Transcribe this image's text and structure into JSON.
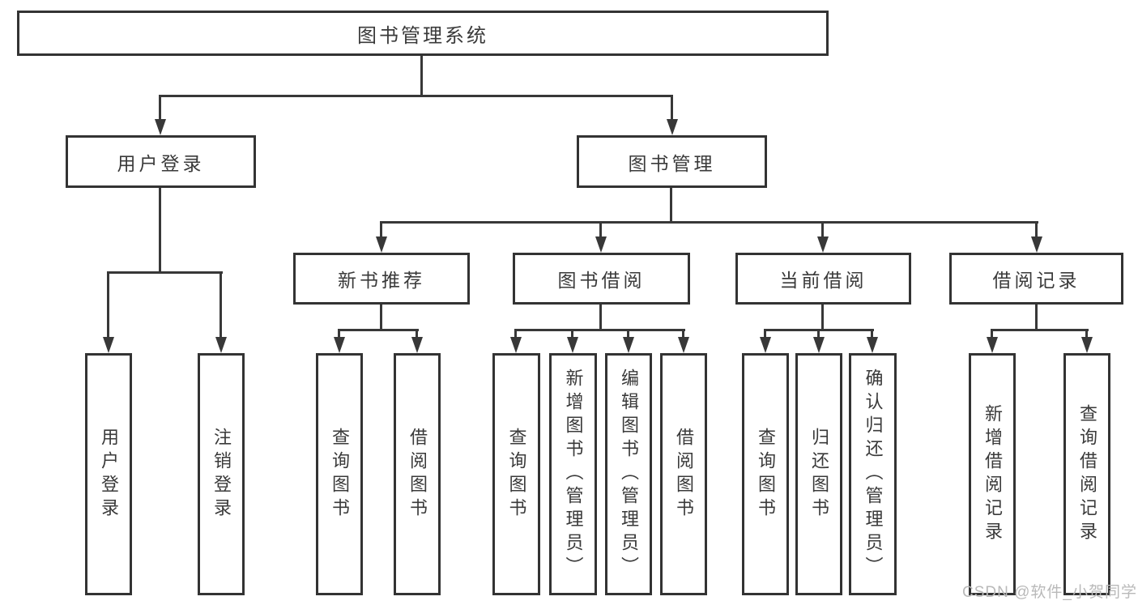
{
  "diagram": {
    "root": {
      "label": "图书管理系统"
    },
    "level1": [
      {
        "label": "用户登录",
        "leaves": [
          {
            "label": "用户登录"
          },
          {
            "label": "注销登录"
          }
        ]
      },
      {
        "label": "图书管理",
        "groups": [
          {
            "label": "新书推荐",
            "leaves": [
              {
                "label": "查询图书"
              },
              {
                "label": "借阅图书"
              }
            ]
          },
          {
            "label": "图书借阅",
            "leaves": [
              {
                "label": "查询图书"
              },
              {
                "label": "新增图书（管理员）"
              },
              {
                "label": "编辑图书（管理员）"
              },
              {
                "label": "借阅图书"
              }
            ]
          },
          {
            "label": "当前借阅",
            "leaves": [
              {
                "label": "查询图书"
              },
              {
                "label": "归还图书"
              },
              {
                "label": "确认归还（管理员）"
              }
            ]
          },
          {
            "label": "借阅记录",
            "leaves": [
              {
                "label": "新增借阅记录"
              },
              {
                "label": "查询借阅记录"
              }
            ]
          }
        ]
      }
    ]
  },
  "watermark": {
    "text": "CSDN @软件_小贺同学"
  },
  "colors": {
    "line": "#383838",
    "box_border": "#333333",
    "text": "#3a3a3a",
    "background": "#ffffff",
    "watermark": "#b9b9b9"
  }
}
